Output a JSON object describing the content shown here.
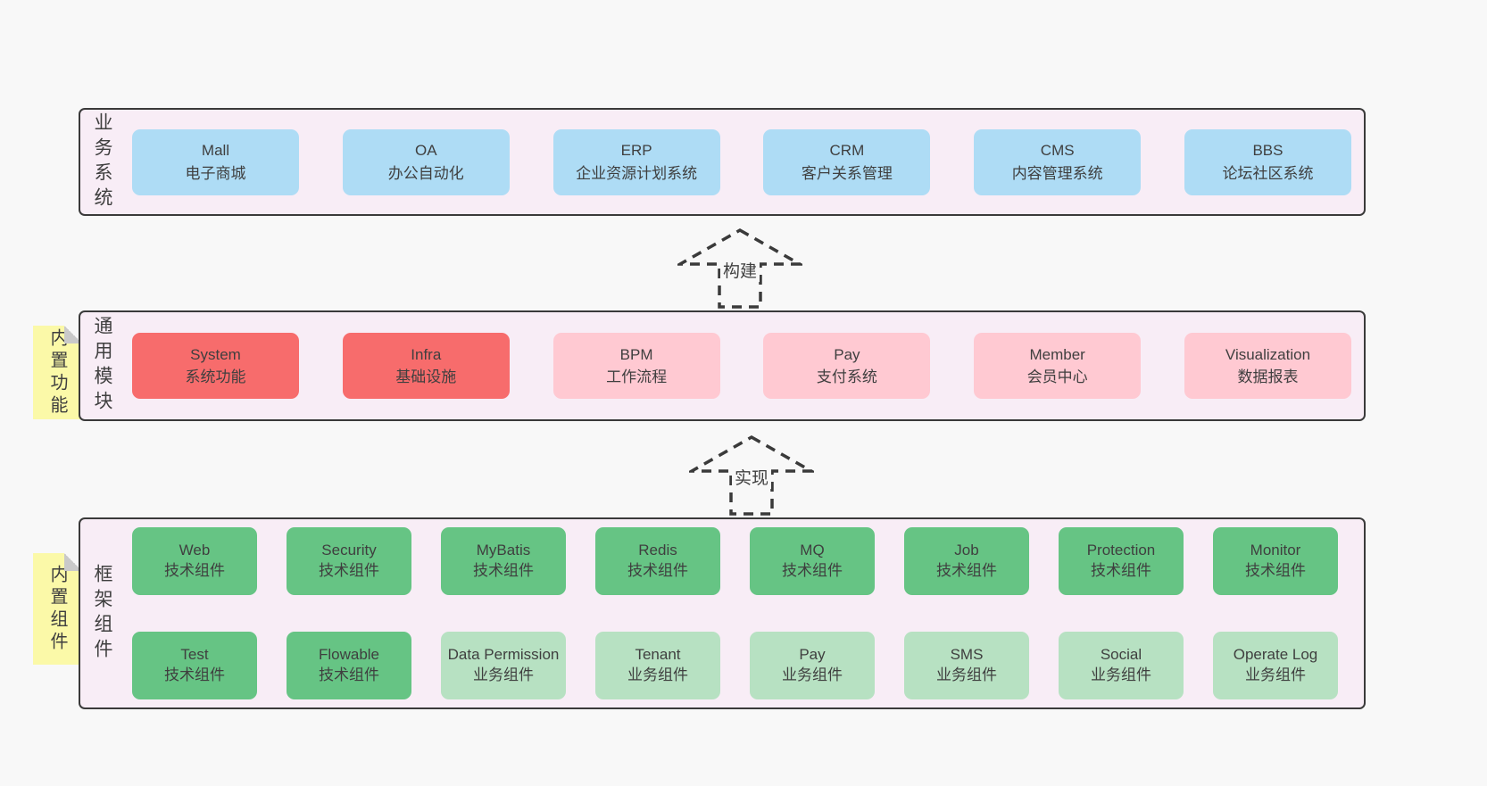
{
  "colors": {
    "page_bg": "#f8f8f8",
    "panel_bg": "#f8edf6",
    "panel_border": "#3a3a3a",
    "blue_box": "#aedcf5",
    "red_box": "#f76c6c",
    "pink_box": "#ffc9d2",
    "green_box": "#66c484",
    "light_green_box": "#b7e1c2",
    "sticky_yellow": "#fbf9a8",
    "fold_gray": "#c9c9c9",
    "text": "#3f3f3f"
  },
  "arrows": [
    {
      "label": "构建"
    },
    {
      "label": "实现"
    }
  ],
  "sections": {
    "business": {
      "label": "业务系统",
      "boxes": [
        {
          "name": "Mall",
          "subtitle": "电子商城"
        },
        {
          "name": "OA",
          "subtitle": "办公自动化"
        },
        {
          "name": "ERP",
          "subtitle": "企业资源计划系统"
        },
        {
          "name": "CRM",
          "subtitle": "客户关系管理"
        },
        {
          "name": "CMS",
          "subtitle": "内容管理系统"
        },
        {
          "name": "BBS",
          "subtitle": "论坛社区系统"
        }
      ]
    },
    "modules": {
      "label": "通用模块",
      "sticky": "内置功能",
      "boxes": [
        {
          "name": "System",
          "subtitle": "系统功能"
        },
        {
          "name": "Infra",
          "subtitle": "基础设施"
        },
        {
          "name": "BPM",
          "subtitle": "工作流程"
        },
        {
          "name": "Pay",
          "subtitle": "支付系统"
        },
        {
          "name": "Member",
          "subtitle": "会员中心"
        },
        {
          "name": "Visualization",
          "subtitle": "数据报表"
        }
      ]
    },
    "framework": {
      "label": "框架组件",
      "sticky": "内置组件",
      "rows": [
        [
          {
            "name": "Web",
            "subtitle": "技术组件"
          },
          {
            "name": "Security",
            "subtitle": "技术组件"
          },
          {
            "name": "MyBatis",
            "subtitle": "技术组件"
          },
          {
            "name": "Redis",
            "subtitle": "技术组件"
          },
          {
            "name": "MQ",
            "subtitle": "技术组件"
          },
          {
            "name": "Job",
            "subtitle": "技术组件"
          },
          {
            "name": "Protection",
            "subtitle": "技术组件"
          },
          {
            "name": "Monitor",
            "subtitle": "技术组件"
          }
        ],
        [
          {
            "name": "Test",
            "subtitle": "技术组件"
          },
          {
            "name": "Flowable",
            "subtitle": "技术组件"
          },
          {
            "name": "Data Permission",
            "subtitle": "业务组件"
          },
          {
            "name": "Tenant",
            "subtitle": "业务组件"
          },
          {
            "name": "Pay",
            "subtitle": "业务组件"
          },
          {
            "name": "SMS",
            "subtitle": "业务组件"
          },
          {
            "name": "Social",
            "subtitle": "业务组件"
          },
          {
            "name": "Operate Log",
            "subtitle": "业务组件"
          }
        ]
      ]
    }
  }
}
